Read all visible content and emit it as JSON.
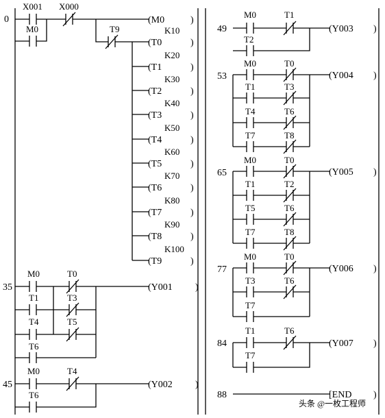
{
  "left": {
    "networks": [
      {
        "step": "0",
        "contacts": [
          [
            "X001",
            "M0"
          ],
          [
            "X000"
          ]
        ],
        "outputs": [
          {
            "name": "(M0",
            "k": ""
          }
        ]
      },
      {
        "step": "",
        "contacts": [
          [
            "T9"
          ]
        ],
        "outputs": [
          {
            "name": "(T0",
            "k": "K10"
          },
          {
            "name": "(T1",
            "k": "K20"
          },
          {
            "name": "(T2",
            "k": "K30"
          },
          {
            "name": "(T3",
            "k": "K40"
          },
          {
            "name": "(T4",
            "k": "K50"
          },
          {
            "name": "(T5",
            "k": "K60"
          },
          {
            "name": "(T6",
            "k": "K70"
          },
          {
            "name": "(T7",
            "k": "K80"
          },
          {
            "name": "(T8",
            "k": "K90"
          },
          {
            "name": "(T9",
            "k": "K100"
          }
        ]
      },
      {
        "step": "35",
        "rows": [
          [
            "M0",
            "T0"
          ],
          [
            "T1",
            "T3"
          ],
          [
            "T4",
            "T5"
          ],
          [
            "T6",
            ""
          ]
        ],
        "output": "(Y001"
      },
      {
        "step": "45",
        "rows": [
          [
            "M0",
            "T4"
          ],
          [
            "T6",
            ""
          ]
        ],
        "output": "(Y002"
      }
    ]
  },
  "right": {
    "networks": [
      {
        "step": "49",
        "rows": [
          [
            "M0",
            "T1"
          ],
          [
            "T2",
            ""
          ]
        ],
        "output": "(Y003"
      },
      {
        "step": "53",
        "rows": [
          [
            "M0",
            "T0"
          ],
          [
            "T1",
            "T3"
          ],
          [
            "T4",
            "T6"
          ],
          [
            "T7",
            "T8"
          ]
        ],
        "output": "(Y004"
      },
      {
        "step": "65",
        "rows": [
          [
            "M0",
            "T0"
          ],
          [
            "T1",
            "T2"
          ],
          [
            "T5",
            "T6"
          ],
          [
            "T7",
            "T8"
          ]
        ],
        "output": "(Y005"
      },
      {
        "step": "77",
        "rows": [
          [
            "M0",
            "T0"
          ],
          [
            "T3",
            "T6"
          ],
          [
            "T7",
            ""
          ]
        ],
        "output": "(Y006"
      },
      {
        "step": "84",
        "rows": [
          [
            "T1",
            "T6"
          ],
          [
            "T7",
            ""
          ]
        ],
        "output": "(Y007"
      },
      {
        "step": "88",
        "end": "[END"
      }
    ]
  },
  "watermark": "头条 @一枚工程师",
  "paren_close": ")"
}
